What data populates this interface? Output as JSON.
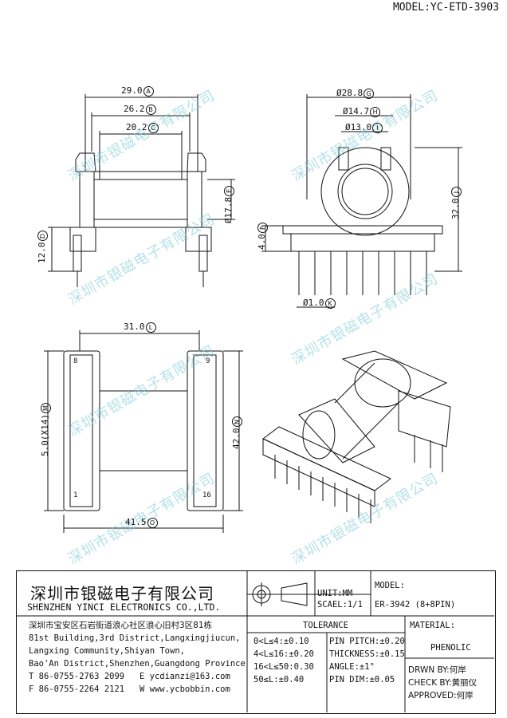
{
  "model_label": "MODEL:YC-ETD-3903",
  "dims": {
    "a": {
      "value": "29.0",
      "tag": "A"
    },
    "b": {
      "value": "26.2",
      "tag": "B"
    },
    "c": {
      "value": "20.2",
      "tag": "C"
    },
    "d": {
      "value": "12.0",
      "tag": "D"
    },
    "e": {
      "value": "Ø17.8",
      "tag": "E"
    },
    "f": {
      "value": "4.0",
      "tag": "F"
    },
    "g": {
      "value": "Ø28.8",
      "tag": "G"
    },
    "h": {
      "value": "Ø14.7",
      "tag": "H"
    },
    "i": {
      "value": "Ø13.0",
      "tag": "I"
    },
    "j": {
      "value": "32.0",
      "tag": "J"
    },
    "k": {
      "value": "Ø1.0",
      "tag": "K"
    },
    "l": {
      "value": "31.0",
      "tag": "L"
    },
    "m": {
      "value": "5.0(X14)",
      "tag": "M"
    },
    "n": {
      "value": "42.0",
      "tag": "N"
    },
    "o": {
      "value": "41.5",
      "tag": "O"
    }
  },
  "pins": {
    "p8": "8",
    "p9": "9",
    "p1": "1",
    "p16": "16"
  },
  "watermark": "深圳市银磁电子有限公司",
  "title_block": {
    "company_cn": "深圳市银磁电子有限公司",
    "company_en": "SHENZHEN YINCI ELECTRONICS CO.,LTD.",
    "address_cn": "深圳市宝安区石岩街道浪心社区浪心旧村3区81栋",
    "address_en1": "81st Building,3rd District,Langxingjiucun,",
    "address_en2": "Langxing Community,Shiyan Town,",
    "address_en3": "Bao'An District,Shenzhen,Guangdong Province",
    "tel": "T 86-0755-2763 2099",
    "email": "E ycdianzi@163.com",
    "fax": "F 86-0755-2264 2121",
    "web": "W www.ycbobbin.com",
    "unit": "UNIT:MM",
    "scale": "SCAEL:1/1",
    "model_label": "MODEL:",
    "model_value": "ER-3942 (8+8PIN)",
    "tolerance_title": "TOLERANCE",
    "tol1": "0<L≤4:±0.10",
    "tol2": "4<L≤16:±0.20",
    "tol3": "16<L≤50:0.30",
    "tol4": "50≤L:±0.40",
    "pin_pitch": "PIN PITCH:±0.20",
    "thickness": "THICKNESS:±0.15",
    "angle": "ANGLE:±1°",
    "pin_dim": "PIN DIM:±0.05",
    "material_label": "MATERIAL:",
    "material_value": "PHENOLIC",
    "drawn": "DRWN BY:何岸",
    "check": "CHECK BY:黄丽仪",
    "approved": "APPROVED:何岸"
  }
}
